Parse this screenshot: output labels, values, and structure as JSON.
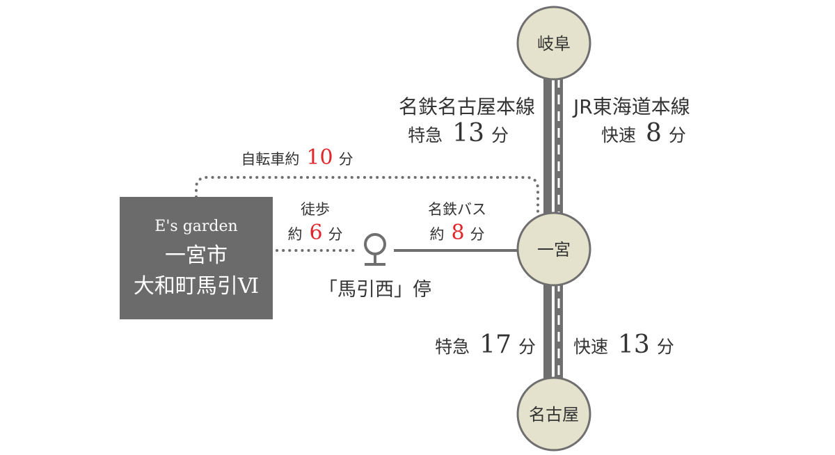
{
  "stations": {
    "gifu": "岐阜",
    "ichinomiya": "一宮",
    "nagoya": "名古屋"
  },
  "property": {
    "brand": "E's garden",
    "city": "一宮市",
    "address": "大和町馬引Ⅵ"
  },
  "bus_stop": {
    "label": "「馬引西」停"
  },
  "routes": {
    "meitetsu_north": {
      "line": "名鉄名古屋本線",
      "type": "特急",
      "minutes": "13",
      "unit": "分"
    },
    "jr_north": {
      "line": "JR東海道本線",
      "type": "快速",
      "minutes": "8",
      "unit": "分"
    },
    "meitetsu_south": {
      "type": "特急",
      "minutes": "17",
      "unit": "分"
    },
    "jr_south": {
      "type": "快速",
      "minutes": "13",
      "unit": "分"
    },
    "bicycle": {
      "label": "自転車約",
      "minutes": "10",
      "unit": "分"
    },
    "walk": {
      "mode": "徒歩",
      "prefix": "約",
      "minutes": "6",
      "unit": "分"
    },
    "bus": {
      "mode": "名鉄バス",
      "prefix": "約",
      "minutes": "8",
      "unit": "分"
    }
  },
  "colors": {
    "station_fill": "#e4e2cc",
    "station_stroke": "#6f6f6f",
    "track": "#6f6f6f",
    "property_box": "#6b6b6b",
    "accent_red": "#e0262b",
    "text": "#333333"
  }
}
